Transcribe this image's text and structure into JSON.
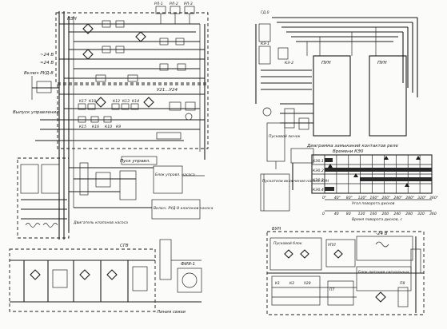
{
  "left_panel": {
    "top_block": "ПЗН",
    "relays_top": [
      "РЛ-1",
      "РЛ-2",
      "РЛ-3"
    ],
    "voltage_labels": [
      "~24 В",
      "≈24 В"
    ],
    "switch_label": "Включ РУД-8",
    "control_label": "Выпуск управления",
    "keys": [
      "К17",
      "К18",
      "К12",
      "К13",
      "К14",
      "К15",
      "К16",
      "К10",
      "К9"
    ],
    "mid_block": "У21...У24",
    "release_label": "Пуск управл.",
    "block_label": "Блок управл. насоса",
    "motor_label": "Включ. РУД-8 клапанов насоса",
    "valve_label": "Двигатель клапанов насоса",
    "bottom_block": "СГВ",
    "bottom_side": "ФИЯ-1",
    "line_label": "Линия связи"
  },
  "right_panel": {
    "top_labels": [
      "ГД.0",
      "КЭ-1",
      "КЭ-2"
    ],
    "blocks": [
      "ПУН",
      "ПУН"
    ],
    "diagram_title": "Диаграмма замыканий контактов реле",
    "time_label": "Времени КЭ0",
    "rows": [
      "КЭ0.1",
      "КЭ0.2",
      "КЭ0.3",
      "КЭ0.4"
    ],
    "angle_ticks": [
      "0°",
      "40°",
      "80°",
      "120°",
      "160°",
      "200°",
      "240°",
      "280°",
      "320°",
      "360°"
    ],
    "angle_label": "Угол поворота дисков",
    "time_ticks": [
      "0",
      "40",
      "80",
      "120",
      "160",
      "200",
      "240",
      "280",
      "320",
      "360"
    ],
    "time_axis_label": "Время поворота дисков, с",
    "pusk_label": "Пускатели включения насоса ЭЭН",
    "pass_label": "Пусковой лючок",
    "bottom_block": "БУН",
    "sub_labels": [
      "Пусковой блок",
      "УПЛ",
      "Блок питания сигнальных"
    ],
    "voltage": "-24 В",
    "misc": [
      "К1",
      "К2",
      "У28",
      "П7",
      "П8"
    ]
  }
}
